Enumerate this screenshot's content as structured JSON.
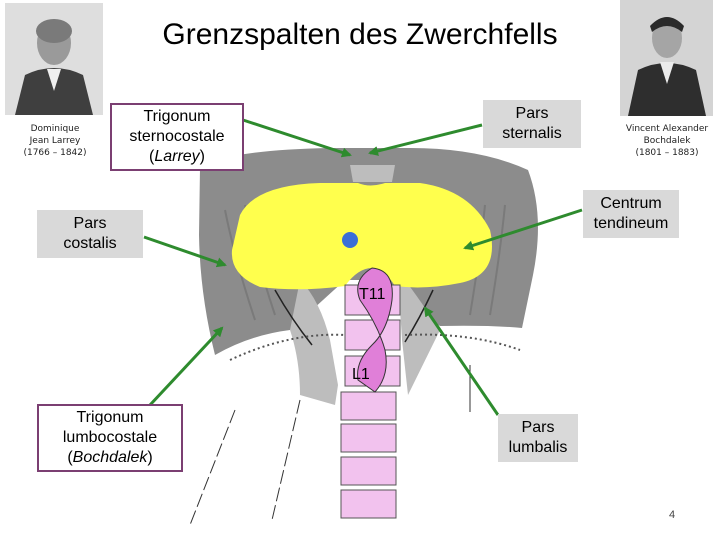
{
  "title": "Grenzspalten des Zwerchfells",
  "portraits": {
    "left": {
      "caption_lines": [
        "Dominique",
        "Jean Larrey",
        "(1766 – 1842)"
      ]
    },
    "right": {
      "caption_lines": [
        "Vincent Alexander",
        "Bochdalek",
        "(1801 – 1883)"
      ]
    }
  },
  "labels": {
    "trigonum_sternocostale": {
      "line1": "Trigonum",
      "line2": "sternocostale",
      "paren_open": "(",
      "eponym": "Larrey",
      "paren_close": ")"
    },
    "pars_sternalis": {
      "line1": "Pars",
      "line2": "sternalis"
    },
    "centrum_tendineum": {
      "line1": "Centrum",
      "line2": "tendineum"
    },
    "pars_costalis": {
      "line1": "Pars",
      "line2": "costalis"
    },
    "trigonum_lumbocostale": {
      "line1": "Trigonum",
      "line2": "lumbocostale",
      "paren_open": "(",
      "eponym": "Bochdalek",
      "paren_close": ")"
    },
    "pars_lumbalis": {
      "line1": "Pars",
      "line2": "lumbalis"
    }
  },
  "vertebra_labels": {
    "upper": "T11",
    "lower": "L1"
  },
  "page_number": "4",
  "colors": {
    "tendon": "#ffff4d",
    "muscle": "#8c8c8c",
    "muscle_light": "#bdbdbd",
    "vertebra": "#f2c2ee",
    "arrow": "#2e8b2e",
    "purple": "#7b3f72",
    "dot": "#3a6fd8"
  }
}
